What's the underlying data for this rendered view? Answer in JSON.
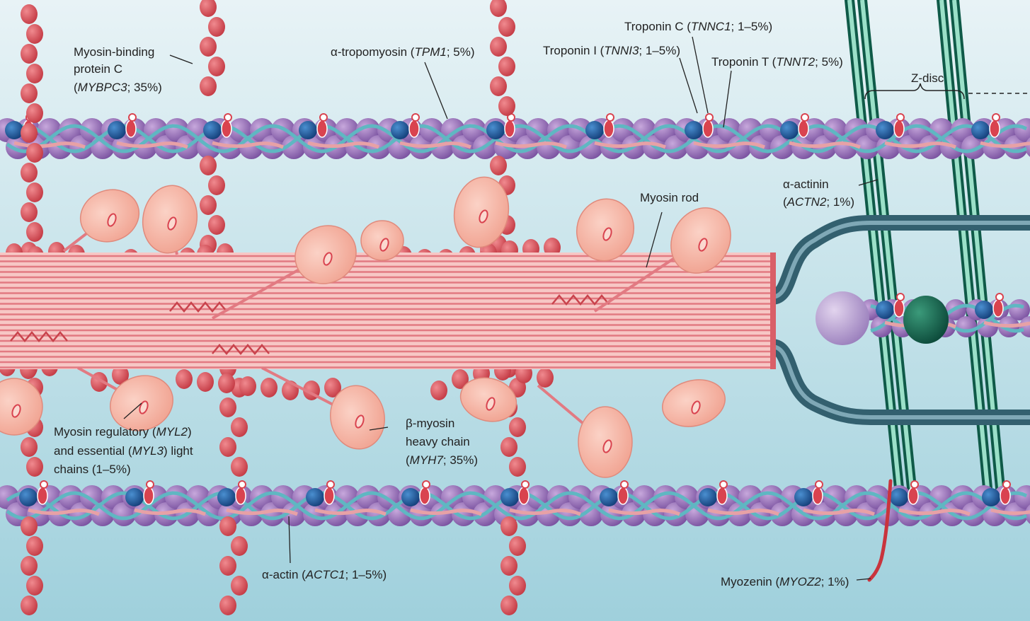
{
  "colors": {
    "background_top": "#e8f3f6",
    "background_bottom": "#9fd0dc",
    "actin": "#9a6fb8",
    "actin_dark": "#6e4a8f",
    "tropomyosin": "#5fb7c2",
    "troponin_blue": "#1f5ea8",
    "troponin_red": "#d9434f",
    "myosin_thick": "#e27a82",
    "myosin_head": "#f6b6a6",
    "alpha_actinin": "#2f8f78",
    "titin": "#33606f",
    "myozenin": "#c9343d"
  },
  "labels": {
    "mybpc3": {
      "line1": "Myosin-binding",
      "line2": "protein C",
      "line3_pre": "(",
      "line3_gene": "MYBPC3",
      "line3_post": "; 35%)"
    },
    "tpm1": {
      "pre": "α-tropomyosin (",
      "gene": "TPM1",
      "post": "; 5%)"
    },
    "tnnc1": {
      "pre": "Troponin C (",
      "gene": "TNNC1",
      "post": "; 1–5%)"
    },
    "tnni3": {
      "pre": "Troponin I (",
      "gene": "TNNI3",
      "post": "; 1–5%)"
    },
    "tnnt2": {
      "pre": "Troponin T (",
      "gene": "TNNT2",
      "post": "; 5%)"
    },
    "zdisc": {
      "text": "Z-disc"
    },
    "actn2": {
      "line1": "α-actinin",
      "line2_pre": "(",
      "line2_gene": "ACTN2",
      "line2_post": "; 1%)"
    },
    "myosin_rod": {
      "text": "Myosin rod"
    },
    "myl": {
      "line1_pre": "Myosin regulatory (",
      "line1_gene": "MYL2",
      "line1_post": ")",
      "line2_pre": "and essential (",
      "line2_gene": "MYL3",
      "line2_post": ") light",
      "line3": "chains (1–5%)"
    },
    "myh7": {
      "line1": "β-myosin",
      "line2": "heavy chain",
      "line3_pre": "(",
      "line3_gene": "MYH7",
      "line3_post": "; 35%)"
    },
    "actc1": {
      "pre": "α-actin (",
      "gene": "ACTC1",
      "post": "; 1–5%)"
    },
    "myoz2": {
      "pre": "Myozenin (",
      "gene": "MYOZ2",
      "post": "; 1%)"
    }
  }
}
